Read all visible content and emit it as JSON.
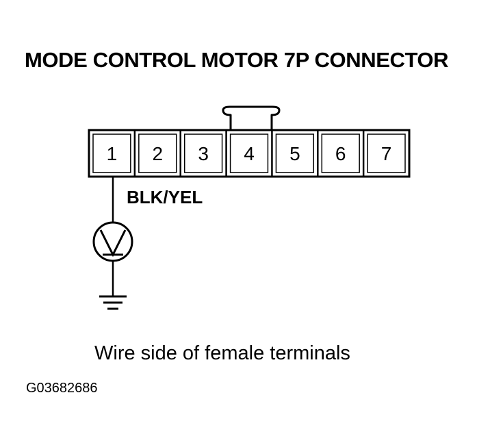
{
  "title": "MODE CONTROL MOTOR 7P CONNECTOR",
  "connector": {
    "pins": [
      "1",
      "2",
      "3",
      "4",
      "5",
      "6",
      "7"
    ]
  },
  "wire_label": "BLK/YEL",
  "meter_icon": "voltmeter-icon",
  "ground_icon": "ground-icon",
  "caption": "Wire side of female terminals",
  "figure_id": "G03682686"
}
